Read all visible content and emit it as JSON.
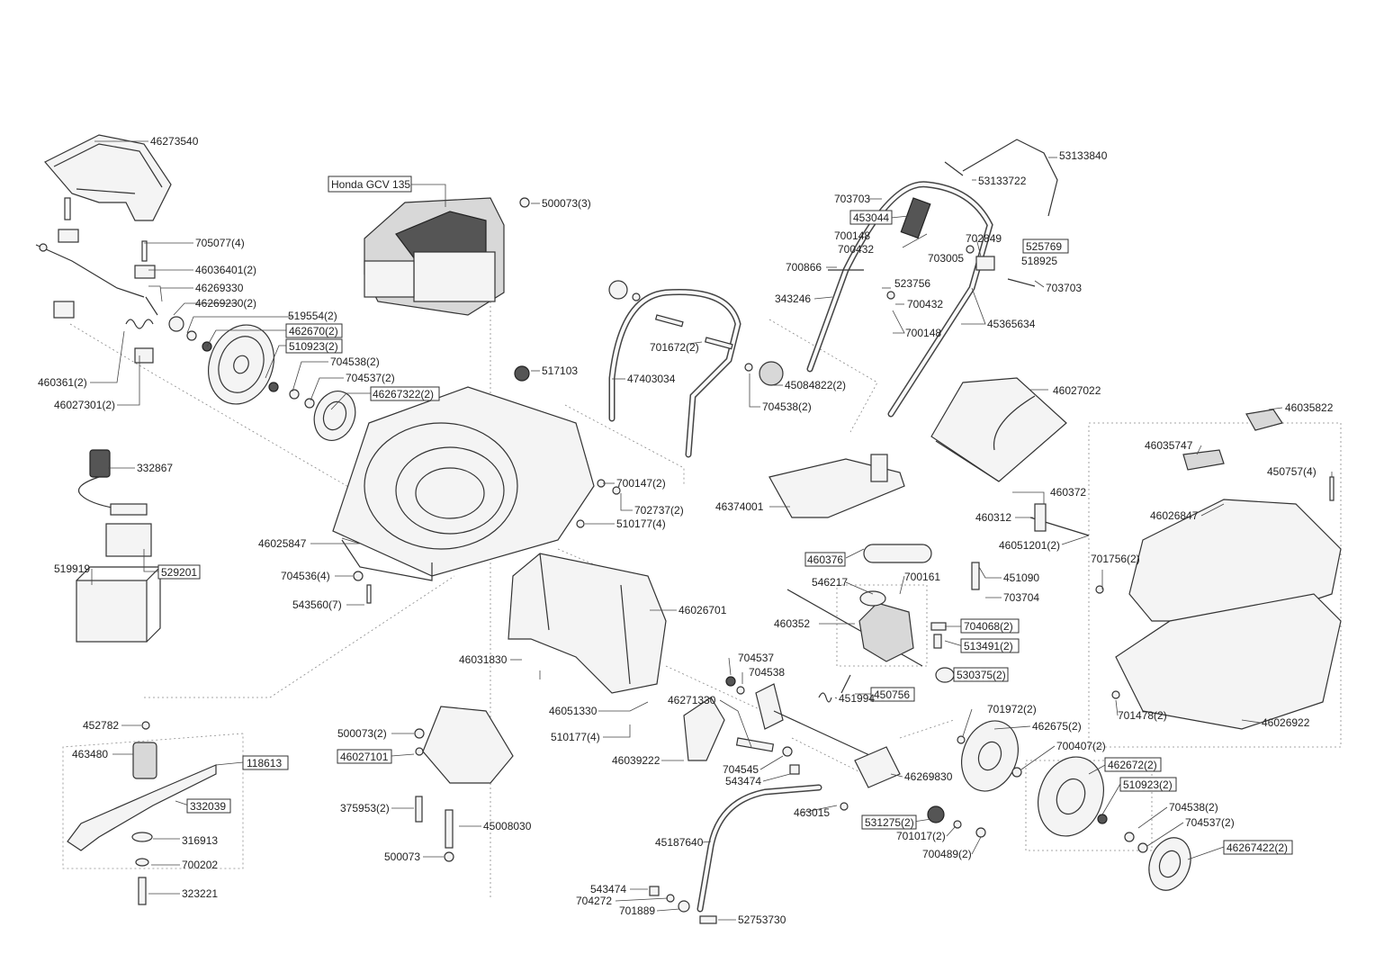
{
  "diagram": {
    "labels": {
      "engine": "Honda GCV 135",
      "p46273540": "46273540",
      "p705077_4": "705077(4)",
      "p46036401_2": "46036401(2)",
      "p46269330": "46269330",
      "p46269230_2": "46269230(2)",
      "p519554_2": "519554(2)",
      "p462670_2": "462670(2)",
      "p510923_2a": "510923(2)",
      "p704538_2a": "704538(2)",
      "p704537_2a": "704537(2)",
      "p46267322_2": "46267322(2)",
      "p460361_2": "460361(2)",
      "p46027301_2": "46027301(2)",
      "p332867": "332867",
      "p529201": "529201",
      "p519919": "519919",
      "p500073_3": "500073(3)",
      "p517103": "517103",
      "p46025847": "46025847",
      "p704536_4": "704536(4)",
      "p543560_7": "543560(7)",
      "p700147_2": "700147(2)",
      "p702737_2": "702737(2)",
      "p510177_4a": "510177(4)",
      "p47403034": "47403034",
      "p701672_2": "701672(2)",
      "p45084822_2": "45084822(2)",
      "p704538_2b": "704538(2)",
      "p53133840": "53133840",
      "p53133722": "53133722",
      "p703703a": "703703",
      "p453044": "453044",
      "p700148a": "700148",
      "p700432a": "700432",
      "p702849": "702849",
      "p525769": "525769",
      "p703005": "703005",
      "p518925": "518925",
      "p700866": "700866",
      "p703703b": "703703",
      "p523756": "523756",
      "p343246": "343246",
      "p700432b": "700432",
      "p700148b": "700148",
      "p45365634": "45365634",
      "p46027022": "46027022",
      "p46035822": "46035822",
      "p46035747": "46035747",
      "p450757_4": "450757(4)",
      "p46026847": "46026847",
      "p46374001": "46374001",
      "p460372": "460372",
      "p460312": "460312",
      "p46051201_2": "46051201(2)",
      "p460376": "460376",
      "p451090": "451090",
      "p546217": "546217",
      "p700161": "700161",
      "p703704": "703704",
      "p460352": "460352",
      "p704068_2": "704068(2)",
      "p513491_2": "513491(2)",
      "p530375_2": "530375(2)",
      "p450756": "450756",
      "p451994": "451994",
      "p701756_2": "701756(2)",
      "p701478_2": "701478(2)",
      "p46026922": "46026922",
      "p46026701": "46026701",
      "p46031830": "46031830",
      "p46051330": "46051330",
      "p510177_4b": "510177(4)",
      "p704537": "704537",
      "p704538": "704538",
      "p46271330": "46271330",
      "p46039222": "46039222",
      "p704545": "704545",
      "p543474a": "543474",
      "p46269830": "46269830",
      "p701972_2": "701972(2)",
      "p462675_2": "462675(2)",
      "p700407_2": "700407(2)",
      "p462672_2": "462672(2)",
      "p510923_2b": "510923(2)",
      "p704538_2c": "704538(2)",
      "p704537_2b": "704537(2)",
      "p46267422_2": "46267422(2)",
      "p463015": "463015",
      "p531275_2": "531275(2)",
      "p701017_2": "701017(2)",
      "p700489_2": "700489(2)",
      "p45187640": "45187640",
      "p543474b": "543474",
      "p704272": "704272",
      "p701889": "701889",
      "p52753730": "52753730",
      "p452782": "452782",
      "p463480": "463480",
      "p118613": "118613",
      "p332039": "332039",
      "p316913": "316913",
      "p700202": "700202",
      "p323221": "323221",
      "p500073_2": "500073(2)",
      "p46027101": "46027101",
      "p375953_2": "375953(2)",
      "p45008030": "45008030",
      "p500073": "500073"
    }
  }
}
